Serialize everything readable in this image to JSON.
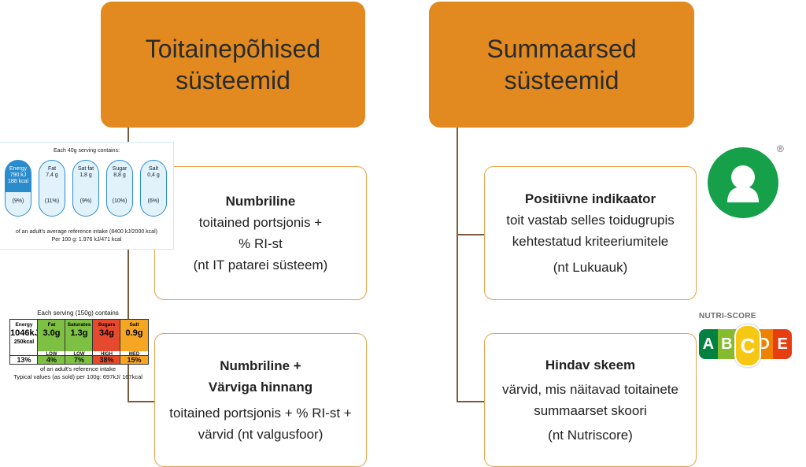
{
  "left_header": {
    "line1": "Toitainepõhised",
    "line2": "süsteemid"
  },
  "right_header": {
    "line1": "Summaarsed",
    "line2": "süsteemid"
  },
  "cards": [
    {
      "title": "Numbriline",
      "lines": [
        "toitained portsjonis +",
        "% RI-st",
        "(nt IT patarei süsteem)"
      ]
    },
    {
      "title": "Numbriline +",
      "title2": "Värviga hinnang",
      "lines": [
        "toitained portsjonis + % RI-st +",
        "värvid (nt valgusfoor)"
      ]
    },
    {
      "title": "Positiivne indikaator",
      "lines": [
        "toit vastab selles toidugrupis",
        "kehtestatud kriteeriumitele",
        "(nt Lukuauk)"
      ]
    },
    {
      "title": "Hindav skeem",
      "lines": [
        "värvid, mis näitavad toitainete",
        "summaarset skoori",
        "(nt Nutriscore)"
      ]
    }
  ],
  "blue_label": {
    "caption": "Each 40g serving contains:",
    "items": [
      {
        "name": "Energy",
        "value": "790 kJ",
        "value2": "188 kcal",
        "pct": "(9%)"
      },
      {
        "name": "Fat",
        "value": "7,4 g",
        "pct": "(11%)"
      },
      {
        "name": "Sat fat",
        "value": "1,8 g",
        "pct": "(9%)"
      },
      {
        "name": "Sugar",
        "value": "8,8 g",
        "pct": "(10%)"
      },
      {
        "name": "Salt",
        "value": "0,4 g",
        "pct": "(6%)"
      }
    ],
    "footer1": "of an adult's average reference intake (8400 kJ/2000 kcal)",
    "footer2": "Per 100 g: 1.976 kJ/471 kcal"
  },
  "traffic_label": {
    "caption": "Each serving (150g) contains",
    "items": [
      {
        "name": "Energy",
        "value": "1046kJ",
        "value2": "250kcal",
        "level": "",
        "pct": "13%",
        "color": "#ffffff"
      },
      {
        "name": "Fat",
        "value": "3.0g",
        "level": "LOW",
        "pct": "4%",
        "color": "#7dc043"
      },
      {
        "name": "Saturates",
        "value": "1.3g",
        "level": "LOW",
        "pct": "7%",
        "color": "#7dc043"
      },
      {
        "name": "Sugars",
        "value": "34g",
        "level": "HIGH",
        "pct": "38%",
        "color": "#e64a2e"
      },
      {
        "name": "Salt",
        "value": "0.9g",
        "level": "MED",
        "pct": "15%",
        "color": "#f5a623"
      }
    ],
    "footer1": "of an adult's reference intake",
    "footer2": "Typical values (as sold) per 100g: 697kJ/ 167kcal"
  },
  "registered": "®",
  "nutriscore": {
    "label": "NUTRI-SCORE",
    "letters": [
      "A",
      "B",
      "C",
      "D",
      "E"
    ],
    "selected": "C",
    "colors": [
      "#038141",
      "#85bb2f",
      "#fecb02",
      "#ee8100",
      "#e63e11"
    ]
  },
  "colors": {
    "header": "#e28a1f",
    "card_border": "#e8a24a",
    "line": "#7a5a3c"
  }
}
